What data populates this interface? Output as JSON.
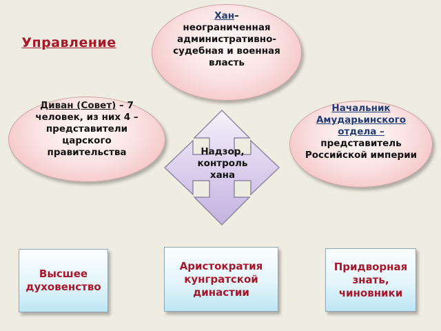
{
  "title": "Управление",
  "khan": {
    "name": "Хан",
    "dash": "–",
    "description": "неограниченная административно-судебная и военная власть"
  },
  "divan": {
    "name": "Диван (Совет)",
    "dash": "–",
    "description": "7 человек, из них 4 – представители царского правительства"
  },
  "chief": {
    "name": "Начальник Амударьинского отдела –",
    "description": "представитель Российской империи"
  },
  "center": "Надзор, контроль хана",
  "groups": {
    "clergy": "Высшее духовенство",
    "aristocracy": "Аристократия кунгратской династии",
    "nobility": "Придворная знать, чиновники"
  },
  "colors": {
    "title": "#a8162a",
    "group_text": "#a8162a",
    "name_highlight": "#1f3b73",
    "arrow_fill": "#d8ccea"
  }
}
